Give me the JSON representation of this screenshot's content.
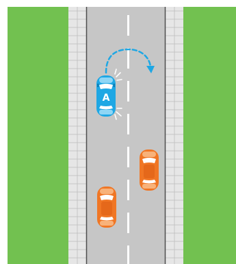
{
  "scene": {
    "description_none": "",
    "colors": {
      "grass": "#72c150",
      "sidewalk": "#e6e6e6",
      "sidewalk_tile_line": "#bdbdbd",
      "road": "#c6c6c6",
      "road_edge": "#4d4d4d",
      "lane_dash": "#ffffff",
      "car_a_body": "#1ea7e4",
      "car_a_light": "#8fd6f5",
      "other_car_body": "#f07624",
      "other_car_light": "#f8b27a",
      "window": "#ffffff",
      "u_turn_arrow": "#1ea7e4"
    },
    "cars": [
      {
        "id": "car-a",
        "label": "A",
        "color": "blue",
        "heading": "up"
      },
      {
        "id": "car-right-lane",
        "label": "",
        "color": "orange",
        "heading": "up"
      },
      {
        "id": "car-left-lane",
        "label": "",
        "color": "orange",
        "heading": "up"
      }
    ],
    "maneuver": "u-turn",
    "icons": [
      "u-turn-arrow-icon",
      "signal-flash-icon"
    ]
  }
}
